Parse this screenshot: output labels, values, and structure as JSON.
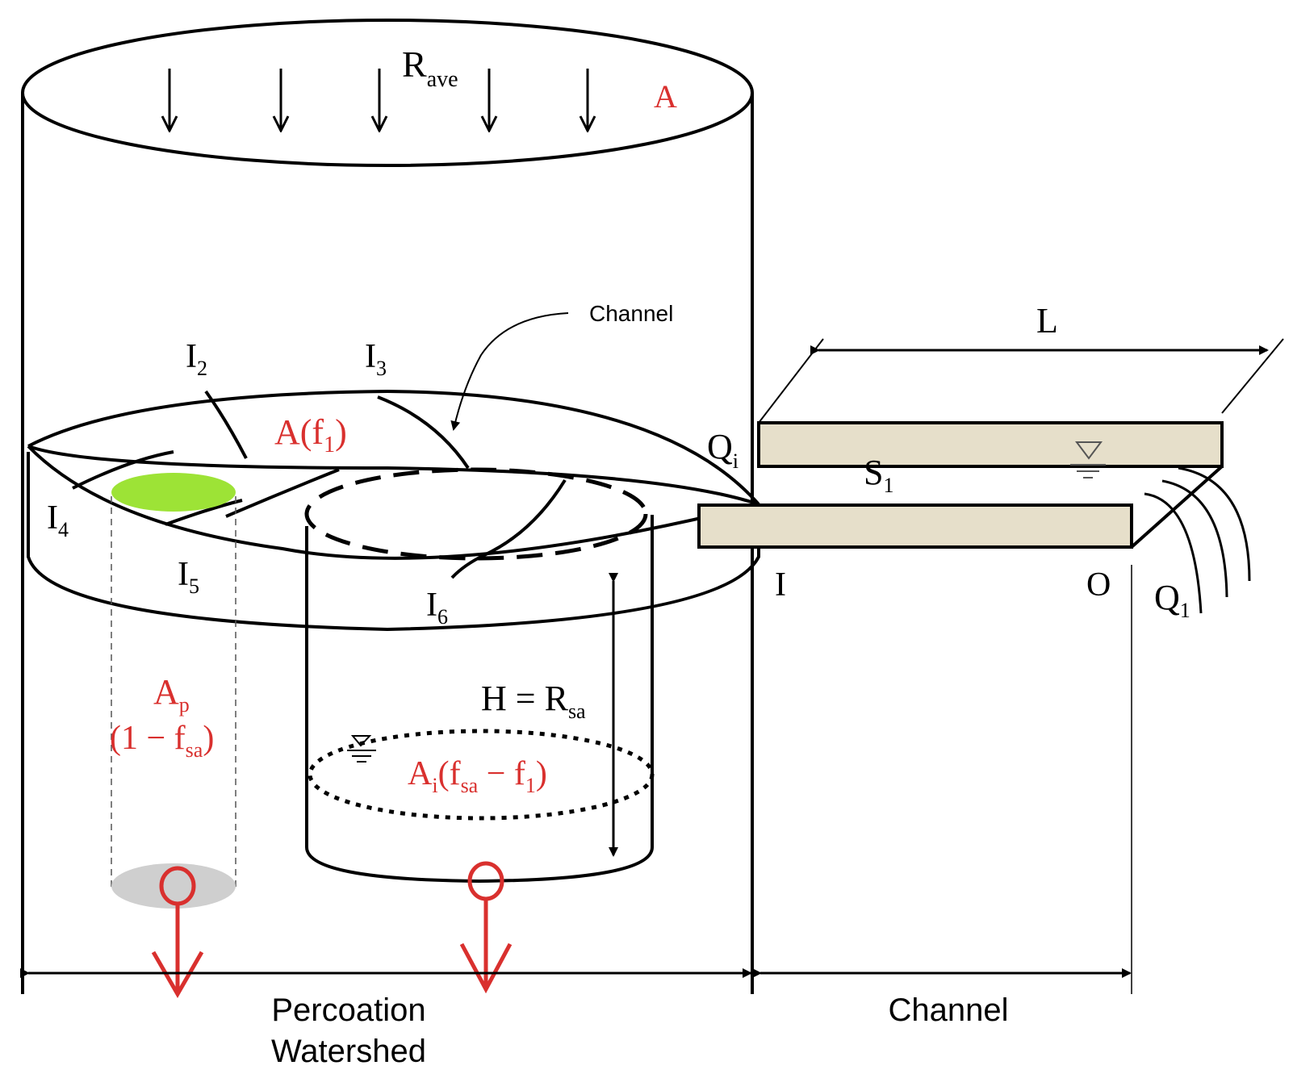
{
  "colors": {
    "ink": "#000000",
    "label_red": "#d9302e",
    "channel_fill": "#e6dfca",
    "pervious_patch": "#9de336",
    "percolation_base": "#cfcfcf"
  },
  "labels": {
    "rain": {
      "main": "R",
      "sub": "ave"
    },
    "total_area": "A",
    "channel_callout": "Channel",
    "interflow_2": {
      "main": "I",
      "sub": "2"
    },
    "interflow_3": {
      "main": "I",
      "sub": "3"
    },
    "interflow_4": {
      "main": "I",
      "sub": "4"
    },
    "interflow_5": {
      "main": "I",
      "sub": "5"
    },
    "interflow_6": {
      "main": "I",
      "sub": "6"
    },
    "area_f1": {
      "pre": "A(f",
      "sub": "1",
      "post": ")"
    },
    "pervious_area": {
      "main": "A",
      "sub": "p",
      "line2_pre": "(1 − f",
      "line2_sub": "sa",
      "line2_post": ")"
    },
    "impervious_area": {
      "pre": "A",
      "sub1": "i",
      "mid": "(f",
      "sub2": "sa",
      "mid2": " − f",
      "sub3": "1",
      "post": ")"
    },
    "storage_height": {
      "pre": "H = R",
      "sub": "sa"
    },
    "channel_length": "L",
    "inflow": {
      "main": "Q",
      "sub": "i"
    },
    "slope": {
      "main": "S",
      "sub": "1"
    },
    "outflow": {
      "main": "Q",
      "sub": "1"
    },
    "inlet": "I",
    "outlet": "O",
    "bottom_left": {
      "line1": "Percoation",
      "line2": "Watershed"
    },
    "bottom_right": "Channel"
  }
}
